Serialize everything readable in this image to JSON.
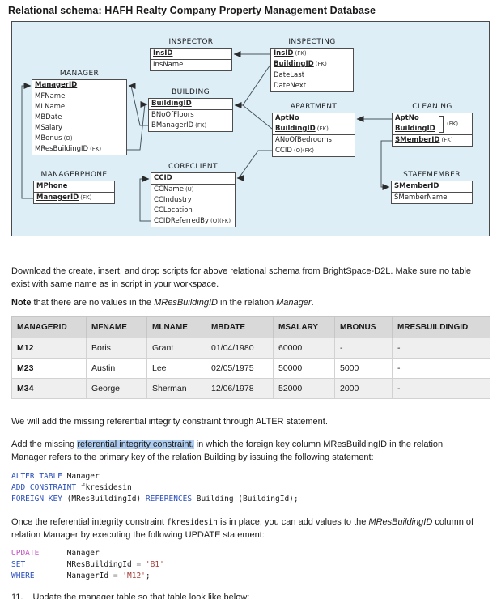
{
  "title": "Relational schema: HAFH Realty Company Property Management Database",
  "colors": {
    "diagram_bg": "#ddeef7",
    "highlight": "#aecdf0",
    "code_keyword_blue": "#2b50bd",
    "code_keyword_magenta": "#c353c3",
    "code_string_red": "#a33e38",
    "table_header_bg": "#d9d9d9"
  },
  "diagram": {
    "entities": {
      "inspector": {
        "title": "INSPECTOR",
        "f1": "InsID",
        "f2": "InsName"
      },
      "inspecting": {
        "title": "INSPECTING",
        "f1": "InsID",
        "f1s": "(FK)",
        "f2": "BuildingID",
        "f2s": "(FK)",
        "f3": "DateLast",
        "f4": "DateNext"
      },
      "manager": {
        "title": "MANAGER",
        "f1": "ManagerID",
        "f2": "MFName",
        "f3": "MLName",
        "f4": "MBDate",
        "f5": "MSalary",
        "f6": "MBonus",
        "f6s": "(O)",
        "f7": "MResBuildingID",
        "f7s": "(FK)"
      },
      "building": {
        "title": "BUILDING",
        "f1": "BuildingID",
        "f2": "BNoOfFloors",
        "f3": "BManagerID",
        "f3s": "(FK)"
      },
      "apartment": {
        "title": "APARTMENT",
        "f1": "AptNo",
        "f2": "BuildingID",
        "f2s": "(FK)",
        "f3": "ANoOfBedrooms",
        "f4": "CCID",
        "f4s": "(O)(FK)"
      },
      "cleaning": {
        "title": "CLEANING",
        "f1": "AptNo",
        "f2": "BuildingID",
        "bracket": "(FK)",
        "f3": "SMemberID",
        "f3s": "(FK)"
      },
      "corpclient": {
        "title": "CORPCLIENT",
        "f1": "CCID",
        "f2": "CCName",
        "f2s": "(U)",
        "f3": "CCIndustry",
        "f4": "CCLocation",
        "f5": "CCIDReferredBy",
        "f5s": "(O)(FK)"
      },
      "managerphone": {
        "title": "MANAGERPHONE",
        "f1": "MPhone",
        "f2": "ManagerID",
        "f2s": "(FK)"
      },
      "staffmember": {
        "title": "STAFFMEMBER",
        "f1": "SMemberID",
        "f2": "SMemberName"
      }
    }
  },
  "para1": "Download the create, insert, and drop scripts for above relational schema from BrightSpace-D2L. Make sure no table exist with same name as in script in your workspace.",
  "note": {
    "bold": "Note",
    "t1": " that there are no values in the ",
    "i1": "MResBuildingID",
    "t2": " in the relation ",
    "i2": "Manager",
    "t3": "."
  },
  "table": {
    "headers": [
      "MANAGERID",
      "MFNAME",
      "MLNAME",
      "MBDATE",
      "MSALARY",
      "MBONUS",
      "MRESBUILDINGID"
    ],
    "rows": [
      [
        "M12",
        "Boris",
        "Grant",
        "01/04/1980",
        "60000",
        "-",
        "-"
      ],
      [
        "M23",
        "Austin",
        "Lee",
        "02/05/1975",
        "50000",
        "5000",
        "-"
      ],
      [
        "M34",
        "George",
        "Sherman",
        "12/06/1978",
        "52000",
        "2000",
        "-"
      ]
    ]
  },
  "para2": "We will add the missing referential integrity constraint through ALTER statement.",
  "para3": {
    "t1": "Add the missing ",
    "hl": "referential integrity constraint,",
    "t2": " in which the foreign key column MResBuildingID in the relation Manager refers to the primary key of the relation Building by issuing the following statement:"
  },
  "sql_alter": {
    "l1_kw": "ALTER TABLE",
    "l1_rest": " Manager",
    "l2_kw": "ADD CONSTRAINT",
    "l2_rest": " fkresidesin",
    "l3_kw1": "FOREIGN KEY",
    "l3_mid": " (MResBuildingId) ",
    "l3_kw2": "REFERENCES",
    "l3_rest": " Building (BuildingId);"
  },
  "para4": {
    "t1": "Once the referential integrity constraint ",
    "code": "fkresidesin",
    "t2": " is in place, you can add values to the ",
    "i1": "MResBuildingID",
    "t3": " column of relation Manager by executing the following UPDATE statement:"
  },
  "sql_update": {
    "l1_kw": "UPDATE",
    "l1_rest": "      Manager",
    "l2_kw": "SET",
    "l2_pre": "         MResBuildingId ",
    "l2_op": "=",
    "l2_str": " 'B1'",
    "l3_kw": "WHERE",
    "l3_pre": "       ManagerId ",
    "l3_op": "=",
    "l3_str": " 'M12'",
    "l3_end": ";"
  },
  "item11": {
    "num": "11.",
    "text": "Update the manager table so that table look like below:"
  }
}
